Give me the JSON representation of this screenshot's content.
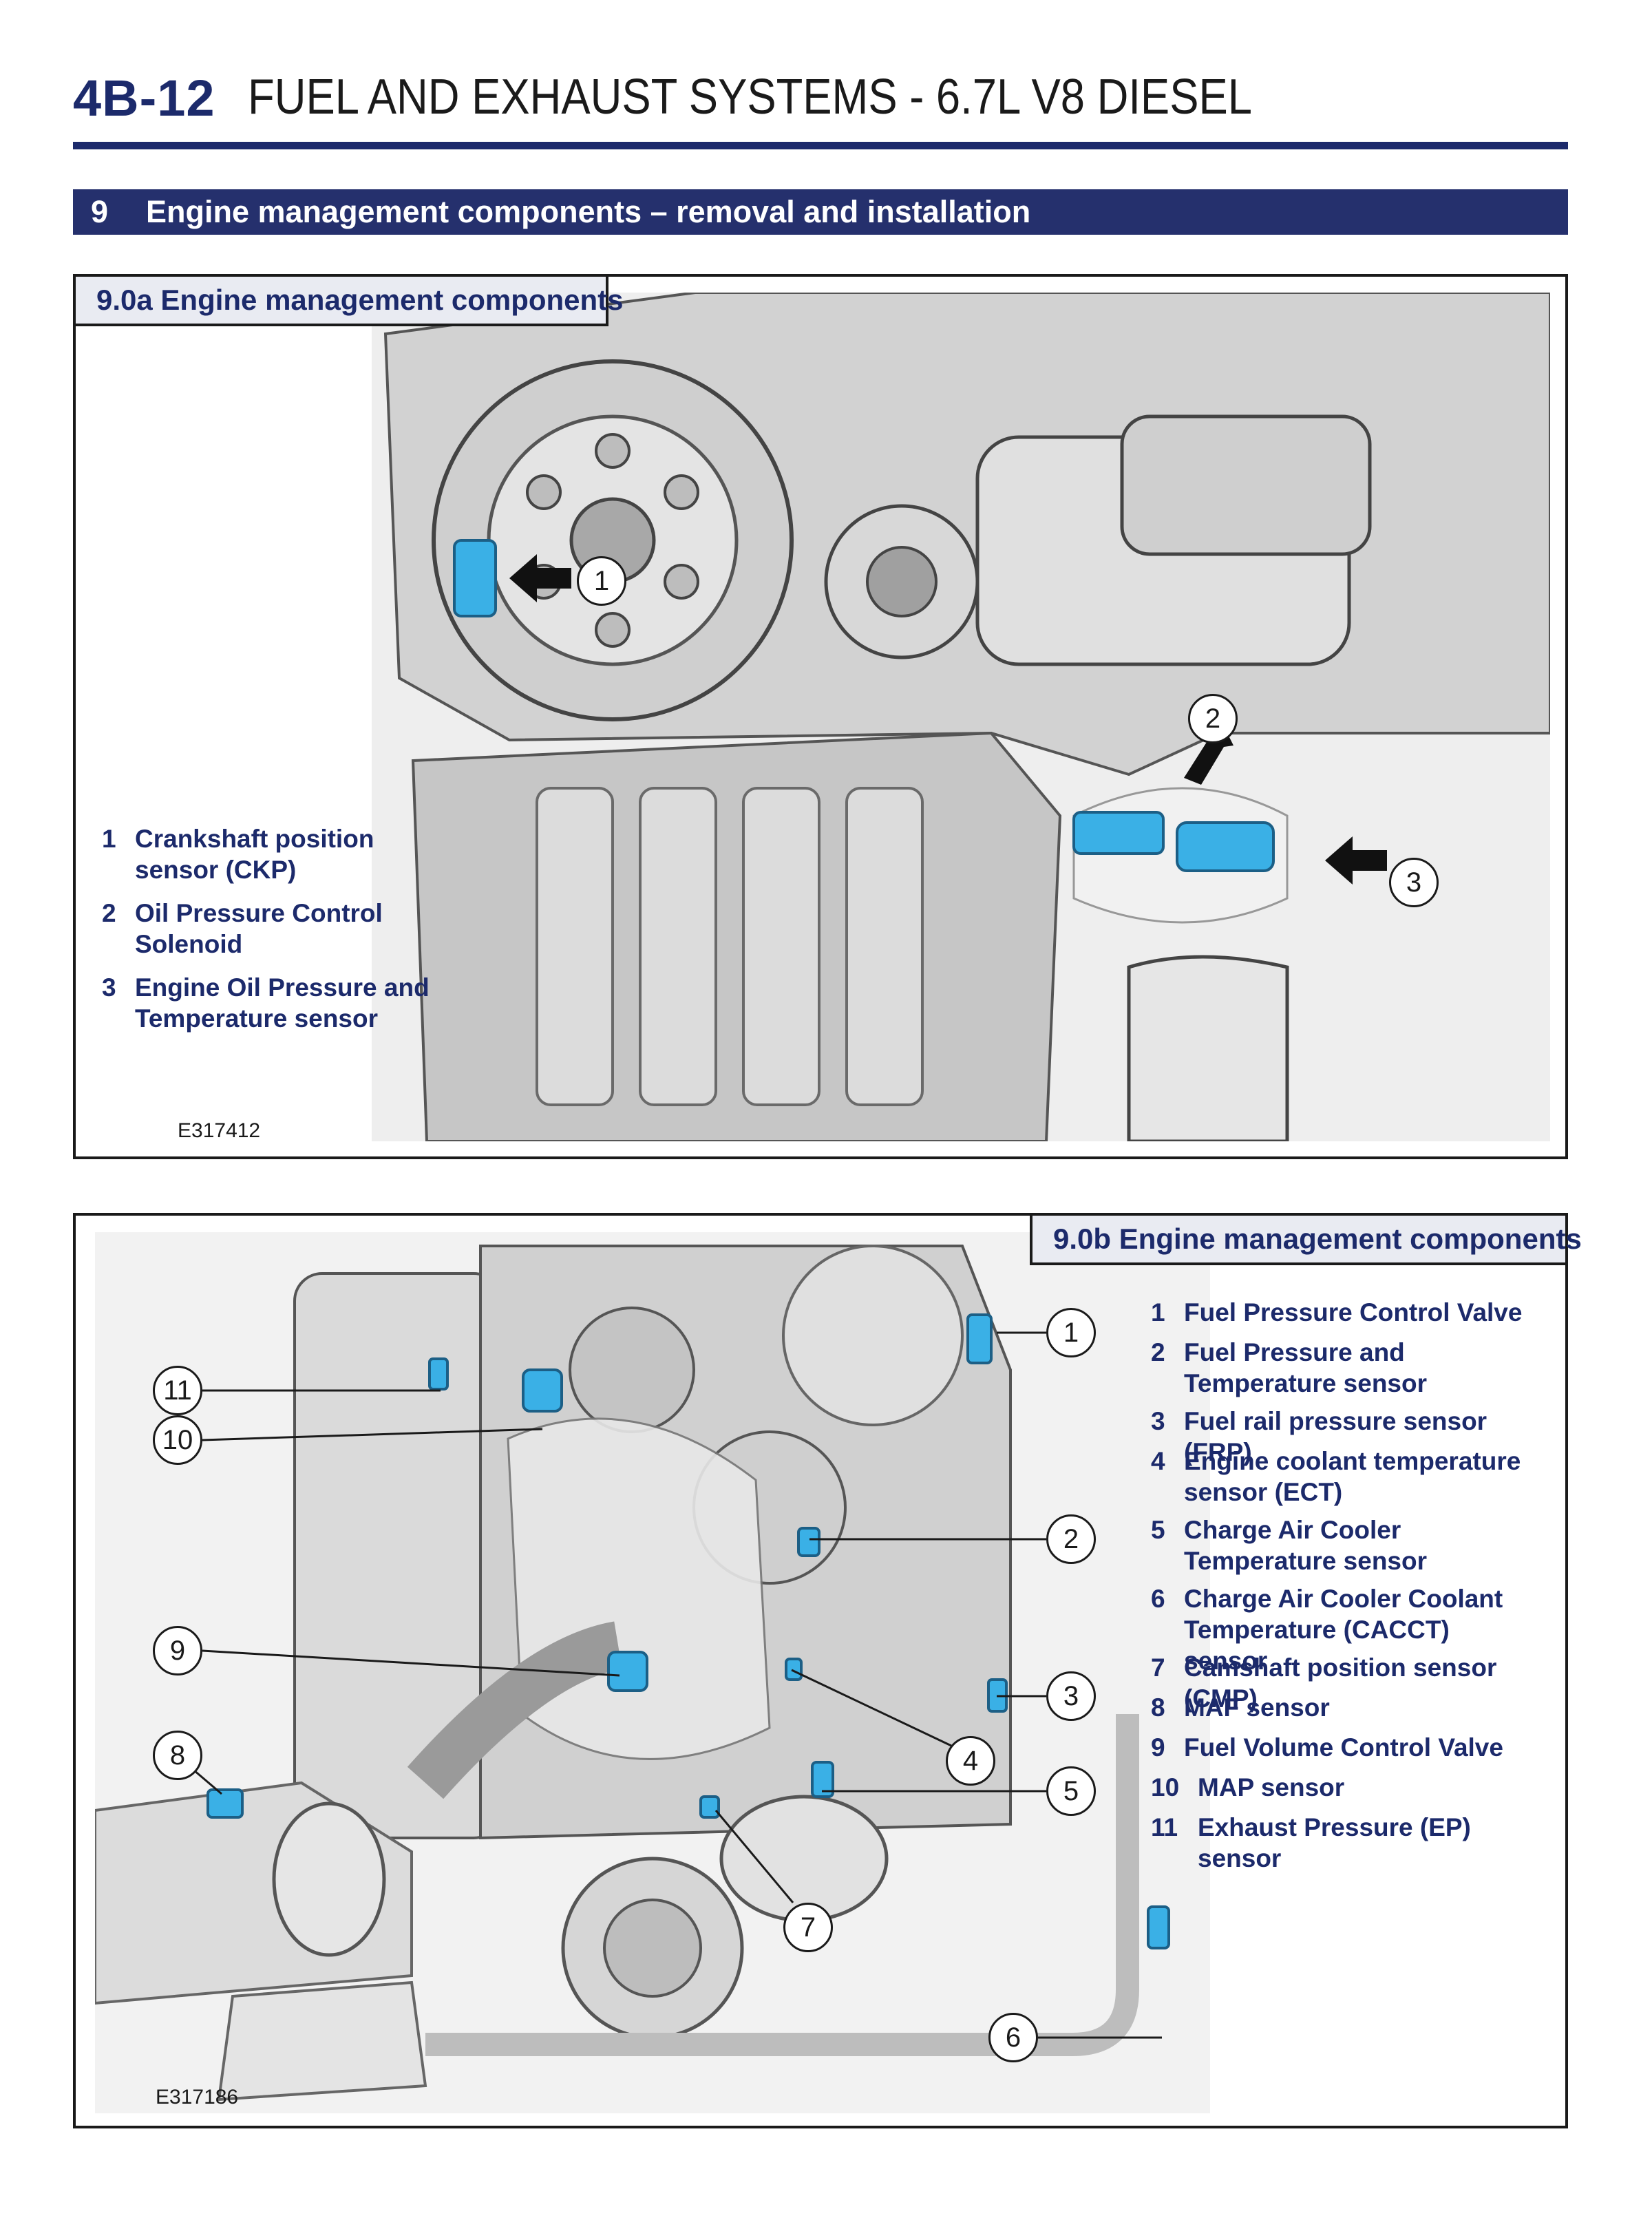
{
  "header": {
    "page_number": "4B-12",
    "title": "FUEL AND EXHAUST SYSTEMS - 6.7L V8 DIESEL"
  },
  "section": {
    "number": "9",
    "title": "Engine management components – removal and installation"
  },
  "figure_a": {
    "caption": "9.0a Engine management components",
    "reference": "E317412",
    "callouts": [
      "1",
      "2",
      "3"
    ],
    "legend": [
      {
        "num": "1",
        "text": "Crankshaft position\nsensor (CKP)"
      },
      {
        "num": "2",
        "text": "Oil Pressure Control\nSolenoid"
      },
      {
        "num": "3",
        "text": "Engine Oil Pressure and\nTemperature sensor"
      }
    ]
  },
  "figure_b": {
    "caption": "9.0b Engine management components",
    "reference": "E317186",
    "callouts": [
      "1",
      "2",
      "3",
      "4",
      "5",
      "6",
      "7",
      "8",
      "9",
      "10",
      "11"
    ],
    "legend": [
      {
        "num": "1",
        "text": "Fuel Pressure Control Valve"
      },
      {
        "num": "2",
        "text": "Fuel Pressure and\nTemperature sensor"
      },
      {
        "num": "3",
        "text": "Fuel rail pressure sensor (FRP)"
      },
      {
        "num": "4",
        "text": "Engine coolant temperature\nsensor (ECT)"
      },
      {
        "num": "5",
        "text": "Charge Air Cooler\nTemperature sensor"
      },
      {
        "num": "6",
        "text": "Charge Air Cooler Coolant\nTemperature (CACCT) sensor"
      },
      {
        "num": "7",
        "text": "Camshaft position sensor (CMP)"
      },
      {
        "num": "8",
        "text": "MAF sensor"
      },
      {
        "num": "9",
        "text": "Fuel Volume Control Valve"
      },
      {
        "num": "10",
        "text": "MAP sensor"
      },
      {
        "num": "11",
        "text": "Exhaust Pressure (EP) sensor"
      }
    ]
  },
  "colors": {
    "accent_navy": "#1c2a6b",
    "band_navy": "#25306d",
    "sensor_blue": "#3ab0e6"
  }
}
